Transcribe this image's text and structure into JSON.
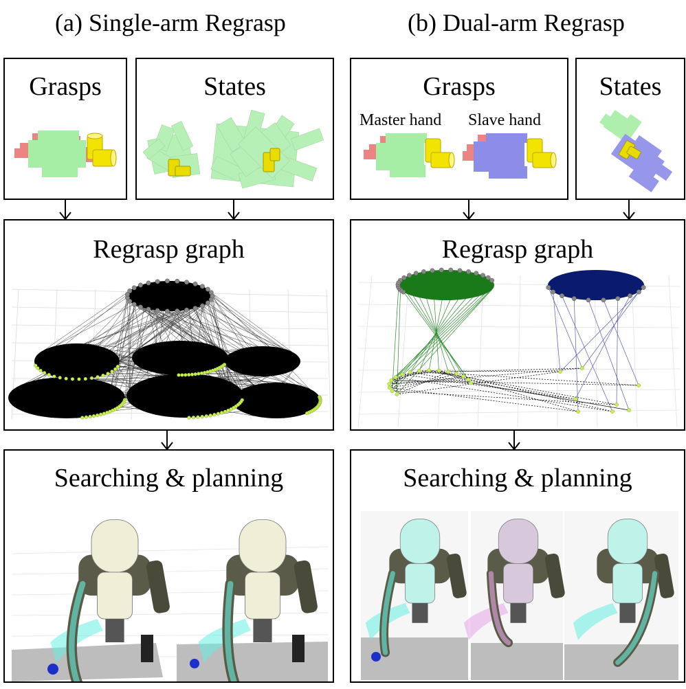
{
  "left": {
    "heading": "(a) Single-arm Regrasp",
    "grasps_title": "Grasps",
    "states_title": "States",
    "graph_title": "Regrasp graph",
    "search_title": "Searching & planning"
  },
  "right": {
    "heading": "(b) Dual-arm Regrasp",
    "grasps_title": "Grasps",
    "master_label": "Master hand",
    "slave_label": "Slave hand",
    "states_title": "States",
    "graph_title": "Regrasp graph",
    "search_title": "Searching & planning"
  },
  "colors": {
    "grasp_red": "#e02020",
    "grasp_green": "#5fe05f",
    "grasp_blue": "#3030d8",
    "object_yellow": "#f2e400",
    "node_yellow": "#c8f050",
    "node_grey": "#888888",
    "master_disk": "#1a7a1a",
    "slave_disk": "#0a1a6e",
    "robot_cyan": "#66eee0",
    "robot_pink": "#e6a6e6",
    "table_grey": "#bdbdbd"
  }
}
